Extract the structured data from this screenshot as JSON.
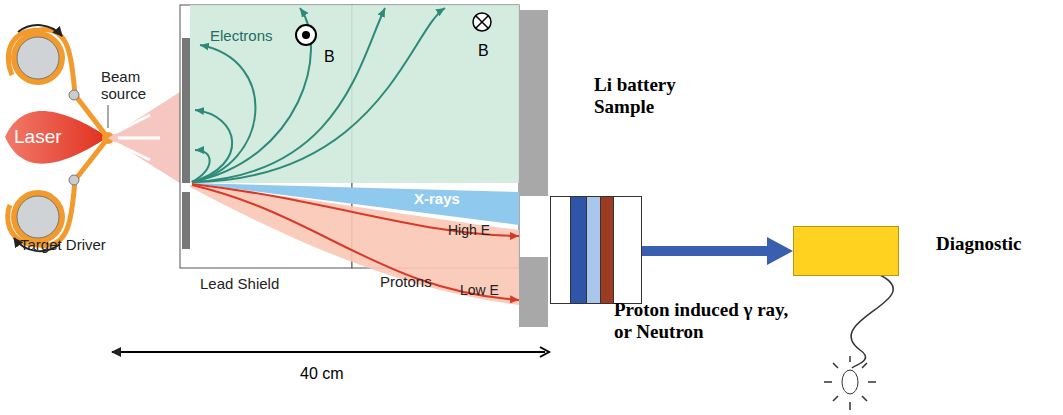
{
  "diagram": {
    "nodes": [
      {
        "text": [
          "Li battery Sample"
        ]
      },
      {
        "text": [
          "Diagnostic"
        ]
      }
    ],
    "edges": [
      {
        "from": 0,
        "to": 1,
        "arrow": "to",
        "label": "Proton induced γ ray, or Neutron"
      }
    ],
    "labels": [
      "Beam source",
      "Laser",
      "Target Driver",
      "Electrons",
      "B",
      "B",
      "X-rays",
      "High E",
      "Protons",
      "Low E",
      "Lead Shield",
      "40 cm"
    ]
  }
}
